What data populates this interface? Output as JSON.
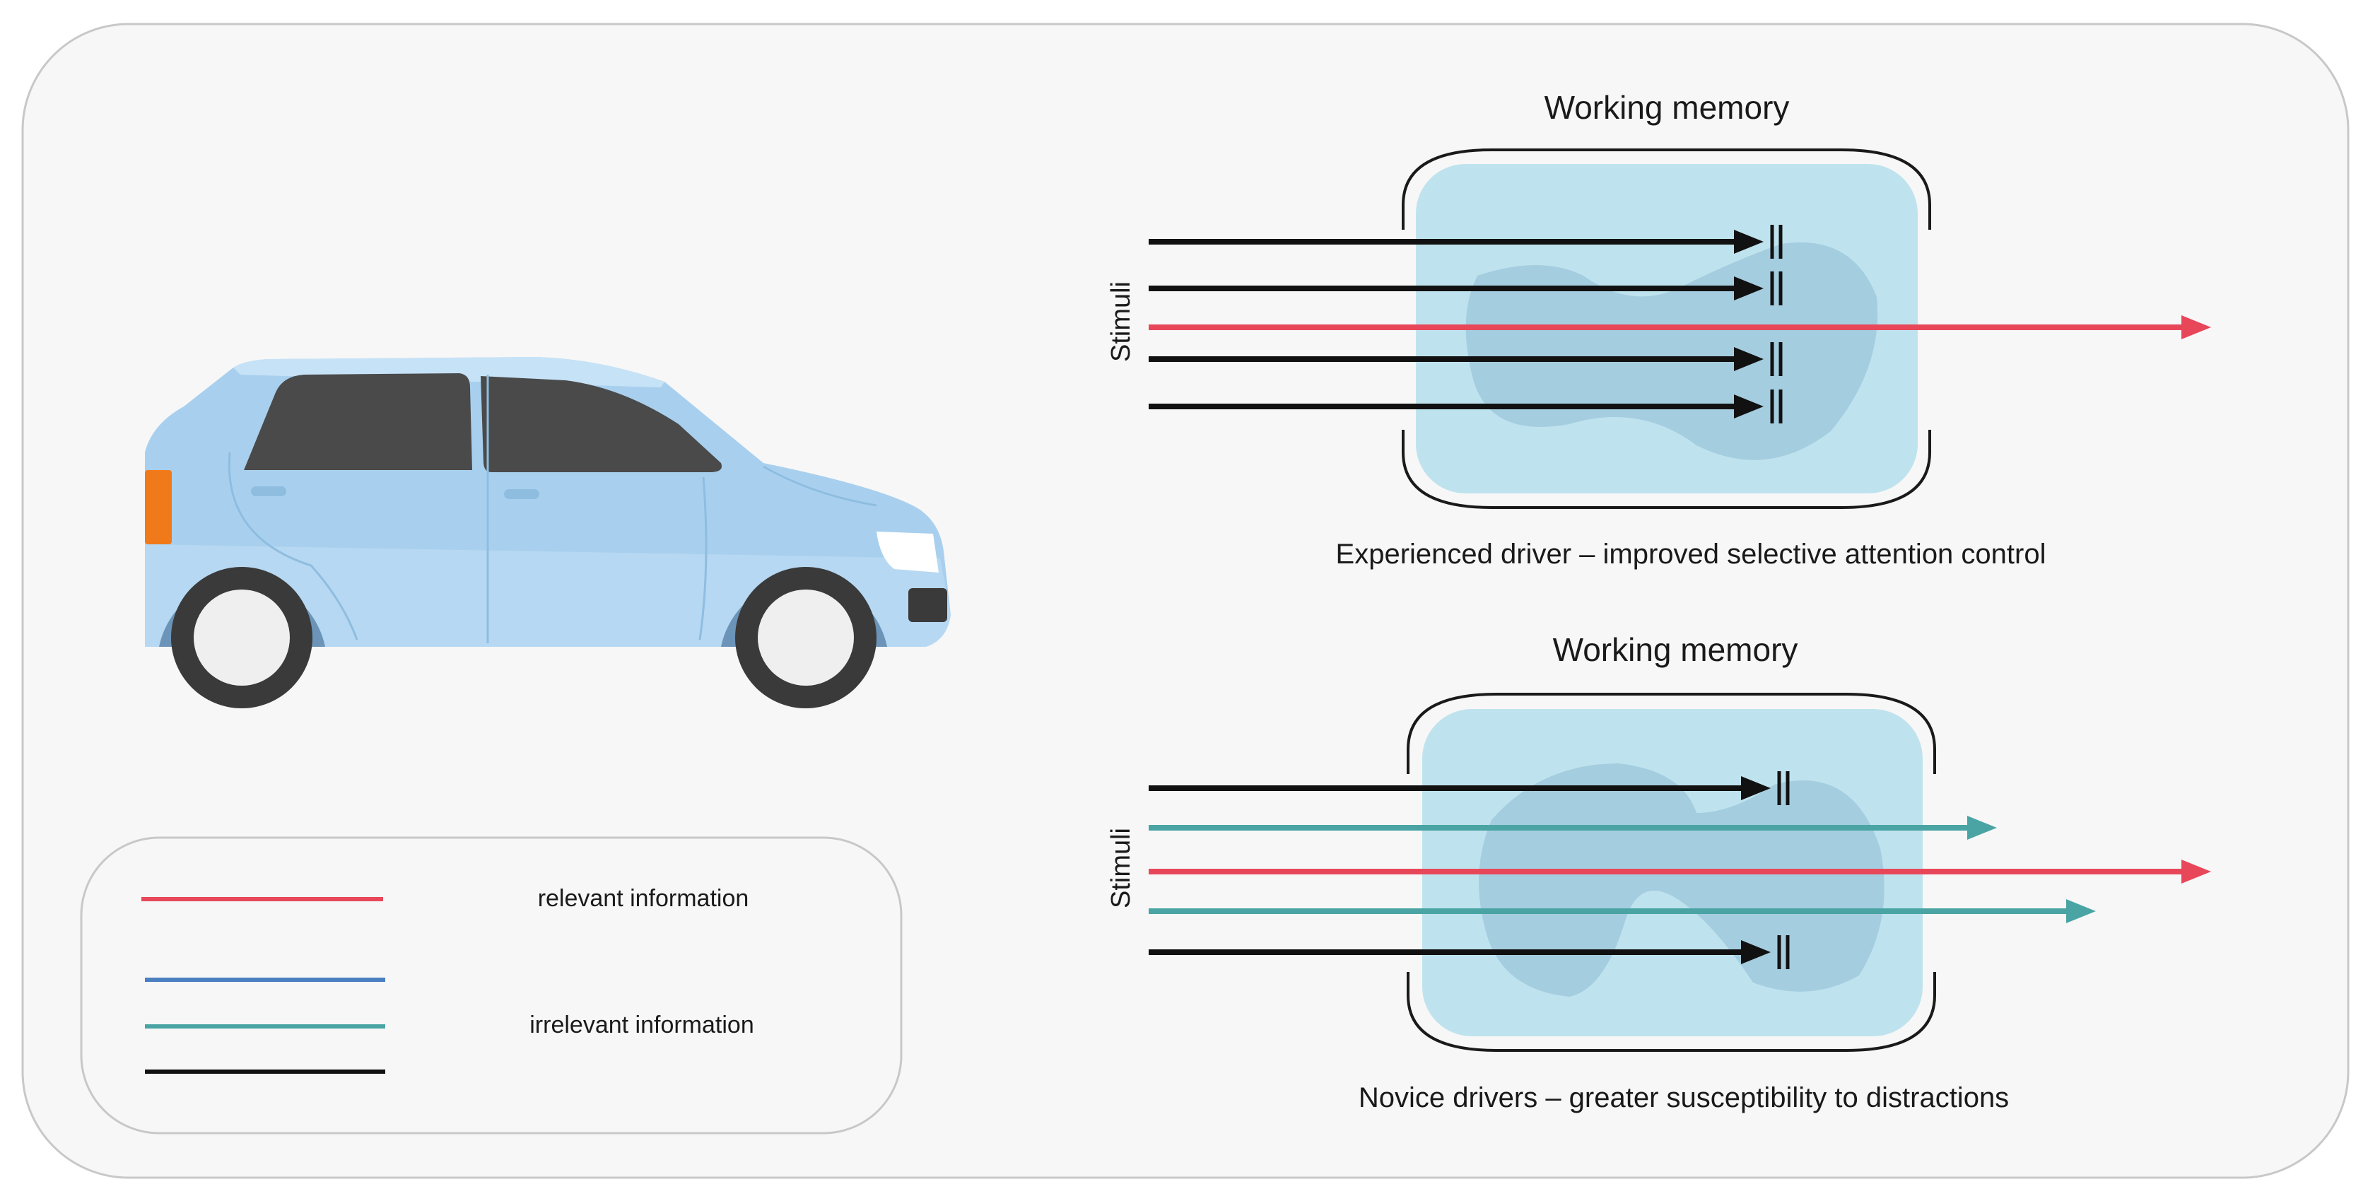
{
  "panels": [
    {
      "title": "Working memory",
      "side_label": "Stimuli",
      "caption": "Experienced driver – improved selective attention control",
      "arrows": [
        {
          "type": "irrelevant",
          "color": "#111111",
          "outcome": "blocked"
        },
        {
          "type": "irrelevant",
          "color": "#111111",
          "outcome": "blocked"
        },
        {
          "type": "relevant",
          "color": "#e8475a",
          "outcome": "passes"
        },
        {
          "type": "irrelevant",
          "color": "#111111",
          "outcome": "blocked"
        },
        {
          "type": "irrelevant",
          "color": "#111111",
          "outcome": "blocked"
        }
      ]
    },
    {
      "title": "Working memory",
      "side_label": "Stimuli",
      "caption": "Novice drivers – greater susceptibility to distractions",
      "arrows": [
        {
          "type": "irrelevant",
          "color": "#111111",
          "outcome": "blocked"
        },
        {
          "type": "irrelevant",
          "color": "#4aa4a4",
          "outcome": "passes"
        },
        {
          "type": "relevant",
          "color": "#e8475a",
          "outcome": "passes"
        },
        {
          "type": "irrelevant",
          "color": "#4aa4a4",
          "outcome": "passes"
        },
        {
          "type": "irrelevant",
          "color": "#111111",
          "outcome": "blocked"
        }
      ]
    }
  ],
  "legend": {
    "relevant_label": "relevant information",
    "irrelevant_label": "irrelevant information",
    "relevant_color": "#e8475a",
    "irrelevant_colors": [
      "#4a7fc1",
      "#4aa4a4",
      "#111111"
    ]
  },
  "colors": {
    "car_body": "#a8d0ee",
    "memory_fill": "#bfe3ee",
    "memory_blob": "#a5cde0",
    "panel_background": "#f7f7f7"
  }
}
